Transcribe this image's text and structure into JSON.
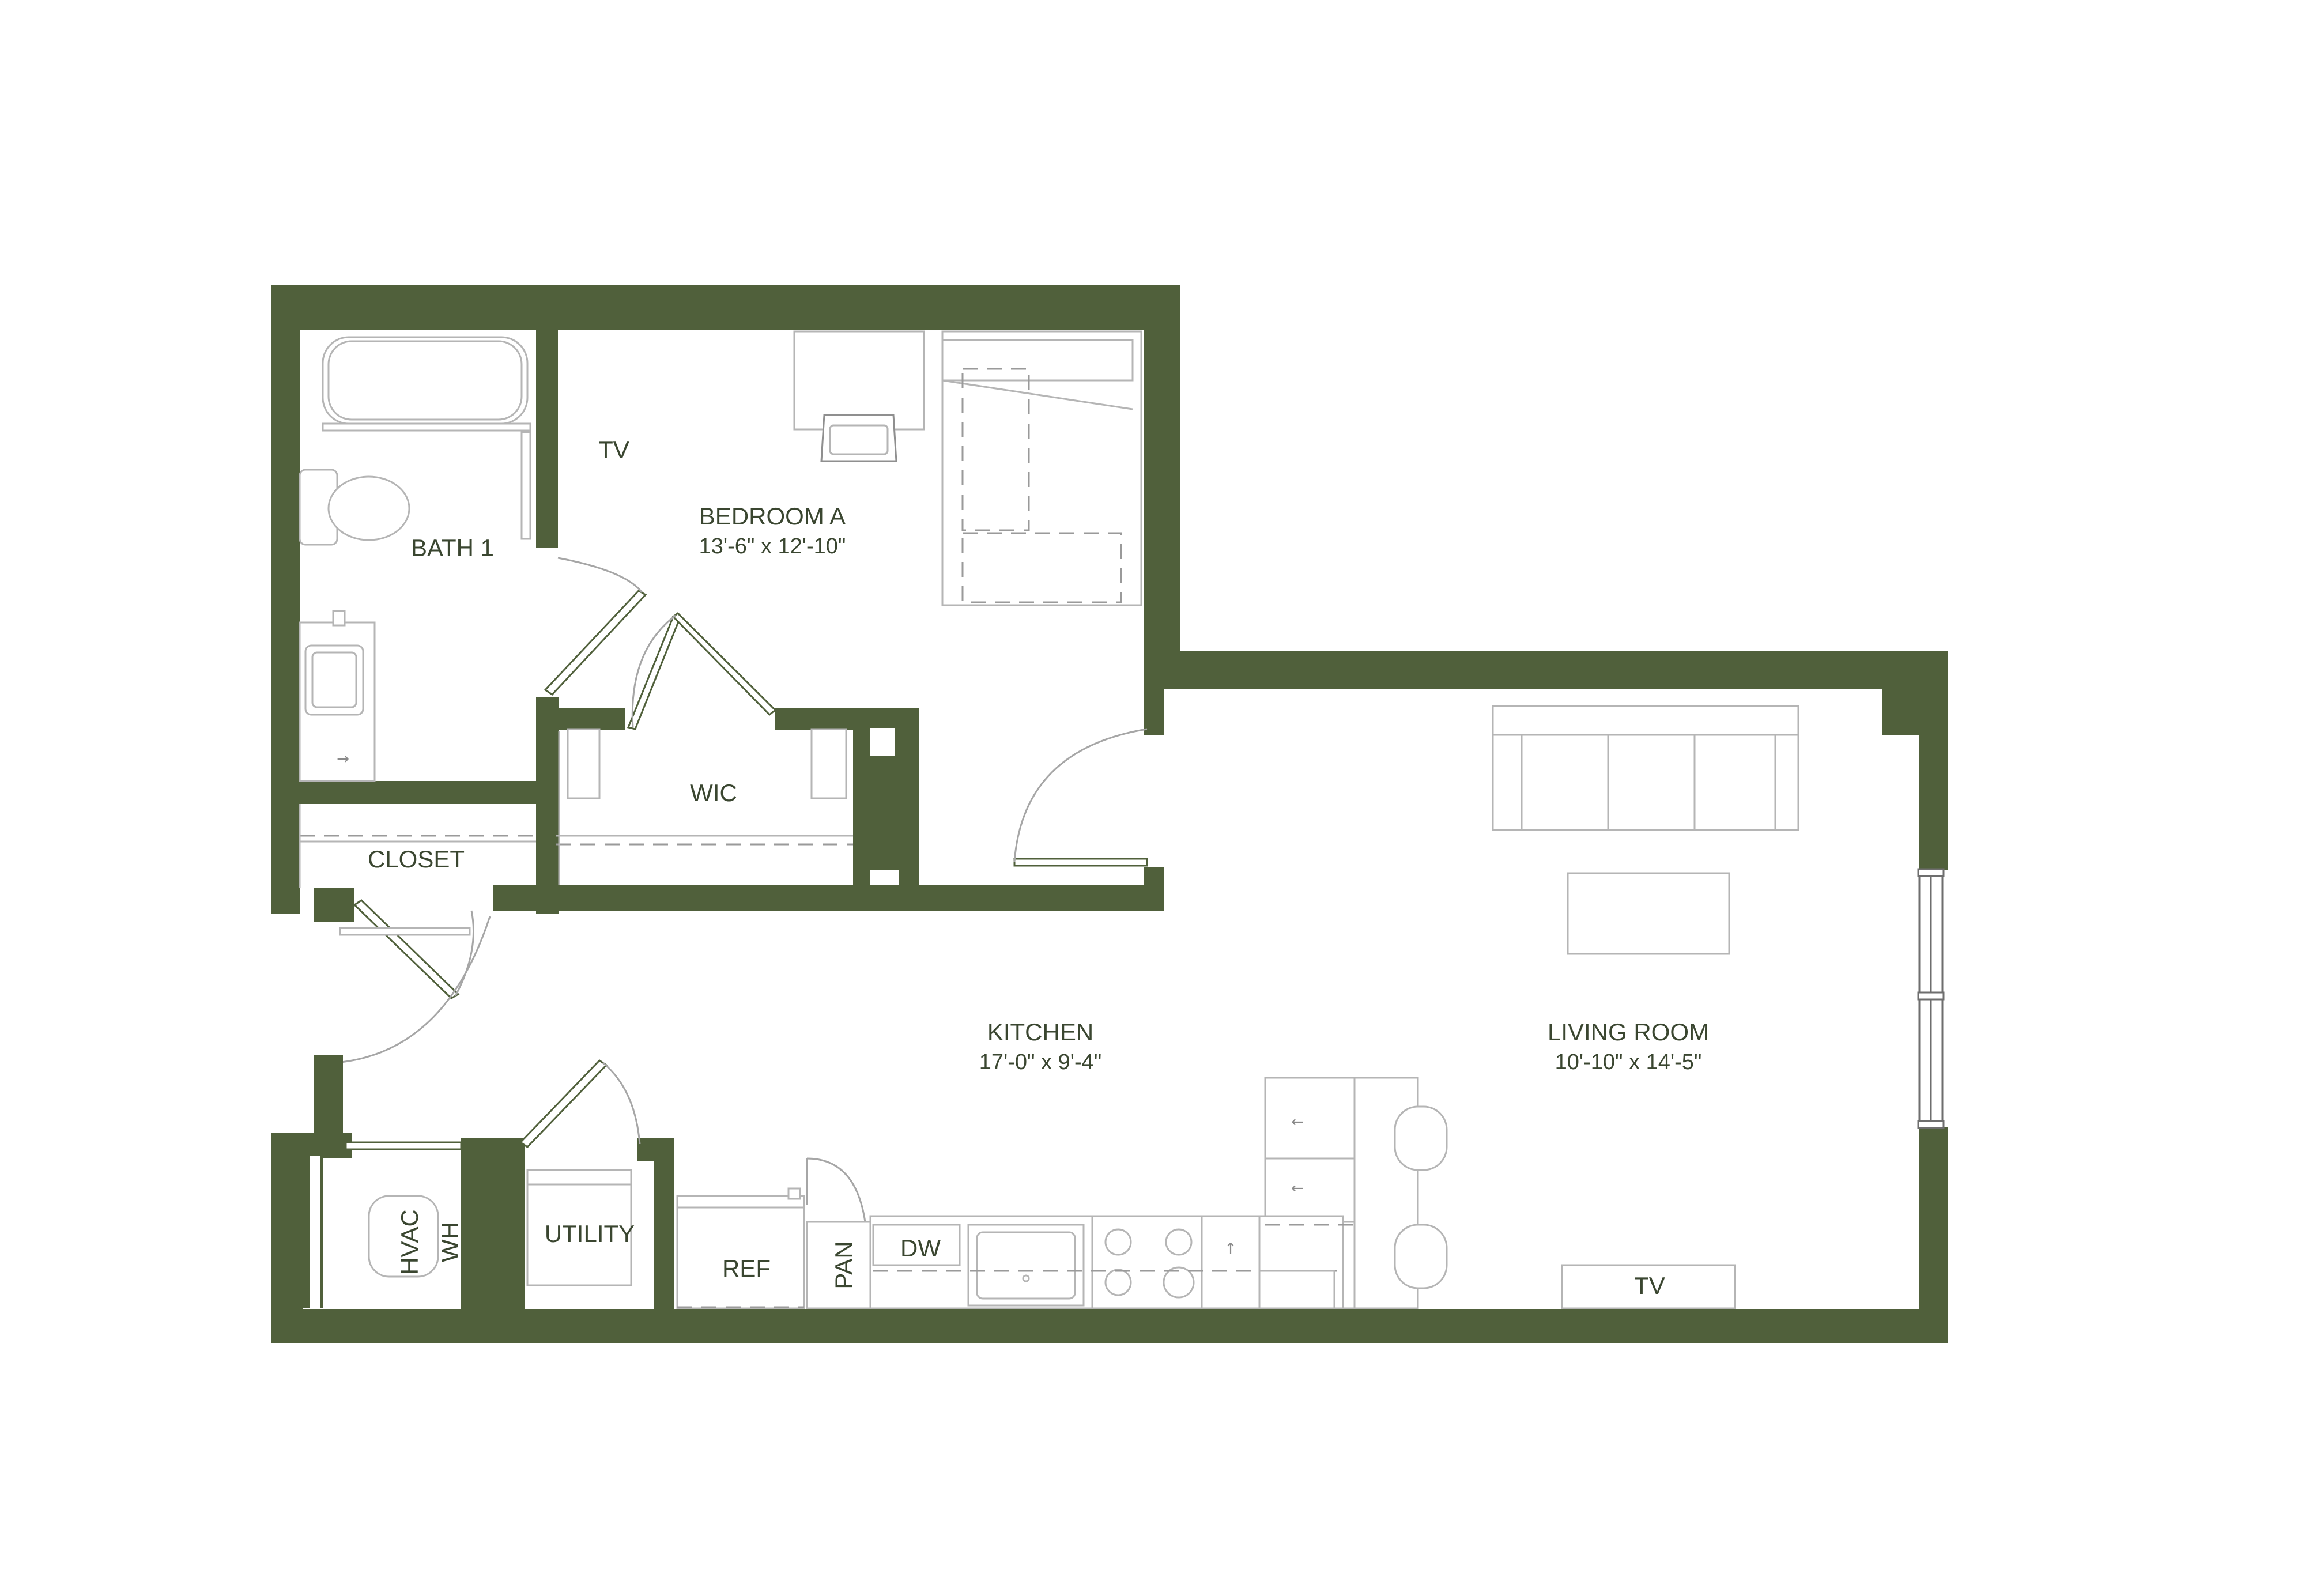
{
  "plan": {
    "wall_color": "#50603b",
    "rooms": {
      "bedroom": {
        "name": "BEDROOM A",
        "size": "13'-6\" x 12'-10\""
      },
      "bath": {
        "name": "BATH 1"
      },
      "wic": {
        "name": "WIC"
      },
      "closet": {
        "name": "CLOSET"
      },
      "kitchen": {
        "name": "KITCHEN",
        "size": "17'-0\" x 9'-4\""
      },
      "living": {
        "name": "LIVING ROOM",
        "size": "10'-10\" x 14'-5\""
      },
      "utility": {
        "name": "UTILITY"
      }
    },
    "labels": {
      "tv_bedroom": "TV",
      "tv_living": "TV",
      "hvac": "HVAC",
      "wh": "WH",
      "ref": "REF",
      "pan": "PAN",
      "dw": "DW"
    }
  }
}
